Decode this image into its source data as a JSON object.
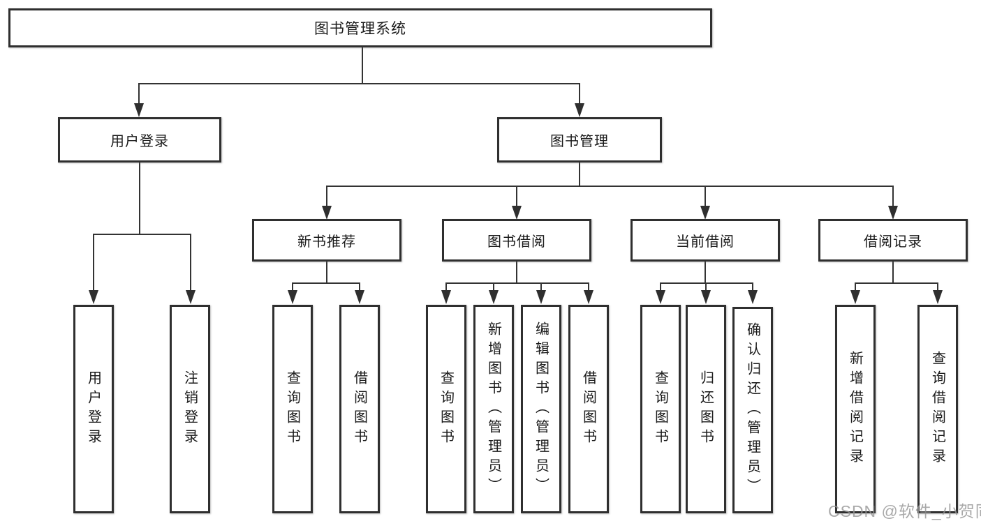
{
  "tree": {
    "root": {
      "label": "图书管理系统",
      "children": [
        {
          "label": "用户登录",
          "children": [
            {
              "label": "用户登录"
            },
            {
              "label": "注销登录"
            }
          ]
        },
        {
          "label": "图书管理",
          "children": [
            {
              "label": "新书推荐",
              "children": [
                {
                  "label": "查询图书"
                },
                {
                  "label": "借阅图书"
                }
              ]
            },
            {
              "label": "图书借阅",
              "children": [
                {
                  "label": "查询图书"
                },
                {
                  "label": "新增图书（管理员）"
                },
                {
                  "label": "编辑图书（管理员）"
                },
                {
                  "label": "借阅图书"
                }
              ]
            },
            {
              "label": "当前借阅",
              "children": [
                {
                  "label": "查询图书"
                },
                {
                  "label": "归还图书"
                },
                {
                  "label": "确认归还（管理员）"
                }
              ]
            },
            {
              "label": "借阅记录",
              "children": [
                {
                  "label": "新增借阅记录"
                },
                {
                  "label": "查询借阅记录"
                }
              ]
            }
          ]
        }
      ]
    }
  },
  "watermark": {
    "text": "CSDN @软件_小贺同学"
  },
  "colors": {
    "line": "#333333",
    "box_border": "#2f2f2f",
    "box_fill": "#ffffff",
    "text": "#1a1a1a",
    "watermark": "#949494"
  }
}
